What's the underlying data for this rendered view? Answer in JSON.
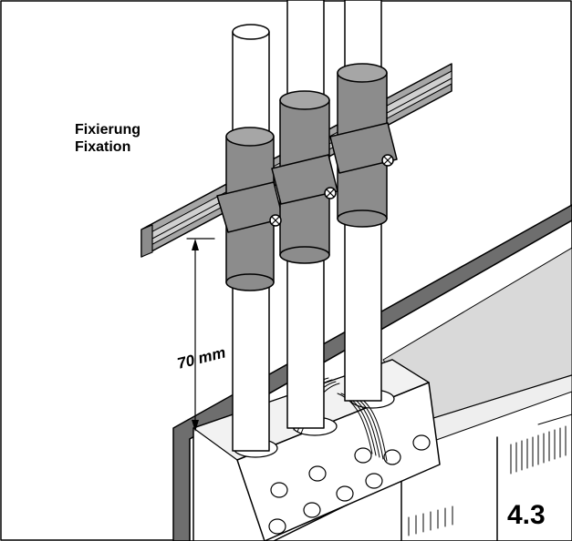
{
  "labels": {
    "fixing_de": "Fixierung",
    "fixing_en": "Fixation",
    "dimension": "70 mm",
    "figure_number": "4.3"
  },
  "colors": {
    "clamp_gray": "#8c8c8c",
    "wall_gray": "#d9d9d9",
    "wall_shadow": "#6e6e6e",
    "rail_gray": "#a6a6a6",
    "pipe_white": "#ffffff",
    "line": "#000000"
  },
  "icons": [
    "screw-icon"
  ]
}
